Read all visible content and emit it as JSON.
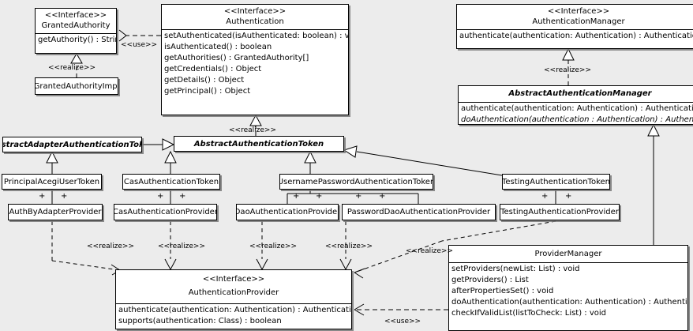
{
  "diagram": {
    "kind": "uml-class-diagram",
    "background": "#ececec",
    "line_color": "#000000",
    "box_fill": "#ffffff"
  },
  "classes": {
    "granted_authority": {
      "stereotype": "<<Interface>>",
      "name": "GrantedAuthority",
      "methods": [
        "getAuthority() : String"
      ]
    },
    "granted_authority_impl": {
      "name": "GrantedAuthorityImpl"
    },
    "authentication": {
      "stereotype": "<<Interface>>",
      "name": "Authentication",
      "methods": [
        "setAuthenticated(isAuthenticated: boolean) : void",
        "isAuthenticated() : boolean",
        "getAuthorities() : GrantedAuthority[]",
        "getCredentials() : Object",
        "getDetails() : Object",
        "getPrincipal() : Object"
      ]
    },
    "authentication_manager": {
      "stereotype": "<<Interface>>",
      "name": "AuthenticationManager",
      "methods": [
        "authenticate(authentication: Authentication) : Authentication"
      ]
    },
    "abstract_authentication_manager": {
      "name": "AbstractAuthenticationManager",
      "methods": [
        "authenticate(authentication: Authentication) : Authentication",
        "doAuthentication(authentication : Authentication) : Authentication"
      ]
    },
    "abstract_adapter_authentication_token": {
      "name": "AbstractAdapterAuthenticationToken"
    },
    "abstract_authentication_token": {
      "name": "AbstractAuthenticationToken"
    },
    "principal_acegi_user_token": {
      "name": "PrincipalAcegiUserToken"
    },
    "cas_authentication_token": {
      "name": "CasAuthenticationToken"
    },
    "username_password_authentication_token": {
      "name": "UsernamePasswordAuthenticationToken"
    },
    "testing_authentication_token": {
      "name": "TestingAuthenticationToken"
    },
    "auth_by_adapter_provider": {
      "name": "AuthByAdapterProvider"
    },
    "cas_authentication_provider": {
      "name": "CasAuthenticationProvider"
    },
    "dao_authentication_provider": {
      "name": "DaoAuthenticationProvider"
    },
    "password_dao_authentication_provider": {
      "name": "PasswordDaoAuthenticationProvider"
    },
    "testing_authentication_provider": {
      "name": "TestingAuthenticationProvider"
    },
    "authentication_provider": {
      "stereotype": "<<Interface>>",
      "name": "AuthenticationProvider",
      "methods": [
        "authenticate(authentication: Authentication) : Authentication",
        "supports(authentication: Class) : boolean"
      ]
    },
    "provider_manager": {
      "name": "ProviderManager",
      "methods": [
        "setProviders(newList: List) : void",
        "getProviders() : List",
        "afterPropertiesSet() : void",
        "doAuthentication(authentication: Authentication) : Authentication",
        "checkIfValidList(listToCheck: List) : void"
      ]
    }
  },
  "edge_labels": {
    "use_authentication_grantedauthority": "<<use>>",
    "realize_grantedauthorityimpl": "<<realize>>",
    "realize_abstractauthenticationtoken": "<<realize>>",
    "realize_abstractauthenticationmanager": "<<realize>>",
    "realize_authbyadapterprovider": "<<realize>>",
    "realize_casauthenticationprovider": "<<realize>>",
    "realize_daoauthenticationprovider": "<<realize>>",
    "realize_passworddaoauthenticationprovider": "<<realize>>",
    "realize_testingauthenticationprovider": "<<realize>>",
    "use_providermanager_authenticationprovider": "<<use>>"
  },
  "association_markers": {
    "plus": "+"
  }
}
